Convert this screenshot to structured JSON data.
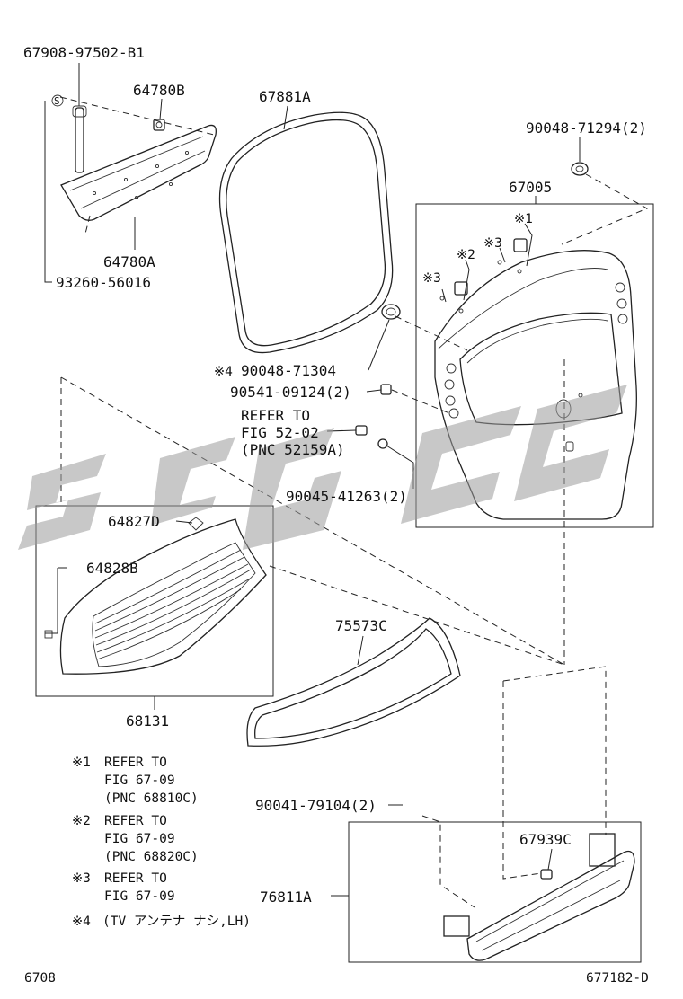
{
  "labels": {
    "p_6790897502": "67908-97502-B1",
    "p_64780B": "64780B",
    "p_67881A": "67881A",
    "p_9004871294": "90048-71294(2)",
    "p_67005": "67005",
    "p_64780A": "64780A",
    "p_9326056016": "93260-56016",
    "p_9004871304": "90048-71304",
    "p_9004871304_mark": "※4",
    "p_9054109124": "90541-09124(2)",
    "refer_fig52_line1": "REFER TO",
    "refer_fig52_line2": "FIG 52-02",
    "refer_fig52_line3": "(PNC 52159A)",
    "p_9004541263": "90045-41263(2)",
    "p_64827D": "64827D",
    "p_64828B": "64828B",
    "p_68131": "68131",
    "p_75573C": "75573C",
    "p_9004179104": "90041-79104(2)",
    "p_67939C": "67939C",
    "p_76811A": "76811A",
    "mark_1": "※1",
    "mark_2": "※2",
    "mark_3": "※3",
    "screw_mark": "S"
  },
  "notes": [
    {
      "mark": "※1",
      "line1": "REFER TO",
      "line2": "FIG 67-09",
      "line3": "(PNC 68810C)"
    },
    {
      "mark": "※2",
      "line1": "REFER TO",
      "line2": "FIG 67-09",
      "line3": "(PNC 68820C)"
    },
    {
      "mark": "※3",
      "line1": "REFER TO",
      "line2": "FIG 67-09"
    },
    {
      "mark": "※4",
      "line1": "(TV アンテナ ナシ,LH)"
    }
  ],
  "footer": {
    "left": "6708",
    "right": "677182-D"
  },
  "watermark": {
    "text": "SDGC",
    "color": "#8c8c8c"
  }
}
